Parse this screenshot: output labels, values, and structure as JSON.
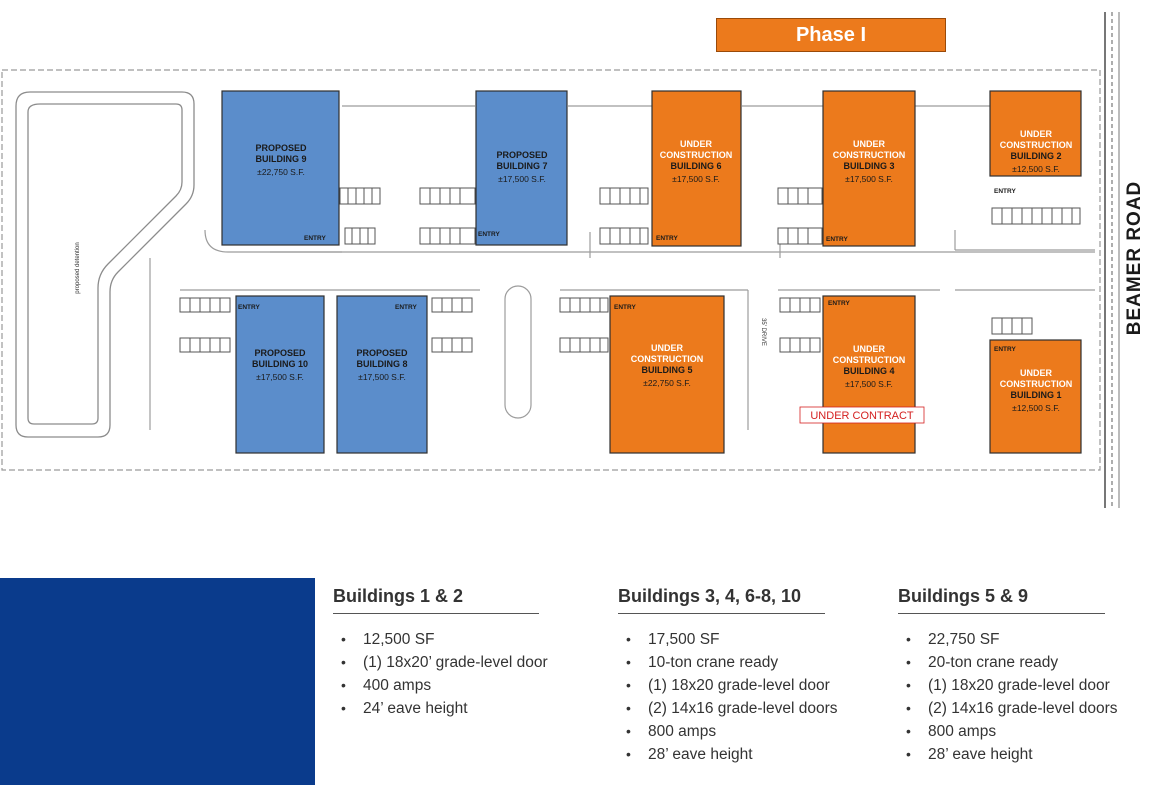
{
  "phase_label": "Phase I",
  "road_label": "BEAMER ROAD",
  "drive_label": "35' DRIVE",
  "detention_label": "proposed detention",
  "entry_label": "ENTRY",
  "under_contract_label": "UNDER CONTRACT",
  "colors": {
    "proposed": "#5b8dcb",
    "under_construction": "#ec7a1c",
    "accent_blue": "#0a3b8c",
    "contract_red": "#d42020"
  },
  "buildings": [
    {
      "id": "b9",
      "status_lines": [
        "PROPOSED",
        "BUILDING 9"
      ],
      "area": "±22,750 S.F."
    },
    {
      "id": "b7",
      "status_lines": [
        "PROPOSED",
        "BUILDING 7"
      ],
      "area": "±17,500 S.F."
    },
    {
      "id": "b6",
      "status_lines": [
        "UNDER",
        "CONSTRUCTION",
        "BUILDING 6"
      ],
      "area": "±17,500 S.F."
    },
    {
      "id": "b3",
      "status_lines": [
        "UNDER",
        "CONSTRUCTION",
        "BUILDING 3"
      ],
      "area": "±17,500 S.F."
    },
    {
      "id": "b2",
      "status_lines": [
        "UNDER",
        "CONSTRUCTION",
        "BUILDING 2"
      ],
      "area": "±12,500 S.F."
    },
    {
      "id": "b10",
      "status_lines": [
        "PROPOSED",
        "BUILDING 10"
      ],
      "area": "±17,500 S.F."
    },
    {
      "id": "b8",
      "status_lines": [
        "PROPOSED",
        "BUILDING 8"
      ],
      "area": "±17,500 S.F."
    },
    {
      "id": "b5",
      "status_lines": [
        "UNDER",
        "CONSTRUCTION",
        "BUILDING 5"
      ],
      "area": "±22,750 S.F."
    },
    {
      "id": "b4",
      "status_lines": [
        "UNDER",
        "CONSTRUCTION",
        "BUILDING 4"
      ],
      "area": "±17,500 S.F."
    },
    {
      "id": "b1",
      "status_lines": [
        "UNDER",
        "CONSTRUCTION",
        "BUILDING 1"
      ],
      "area": "±12,500 S.F."
    }
  ],
  "specs": [
    {
      "title": "Buildings 1 & 2",
      "items": [
        "12,500 SF",
        "(1)  18x20’ grade-level  door",
        "400 amps",
        "24’ eave height"
      ]
    },
    {
      "title": "Buildings 3, 4, 6-8, 10",
      "items": [
        "17,500 SF",
        "10-ton crane ready",
        "(1) 18x20 grade-level door",
        "(2) 14x16 grade-level doors",
        "800 amps",
        "28’ eave height"
      ]
    },
    {
      "title": "Buildings 5 & 9",
      "items": [
        "22,750 SF",
        "20-ton crane ready",
        "(1) 18x20 grade-level door",
        "(2) 14x16 grade-level doors",
        "800 amps",
        "28’ eave height"
      ]
    }
  ]
}
